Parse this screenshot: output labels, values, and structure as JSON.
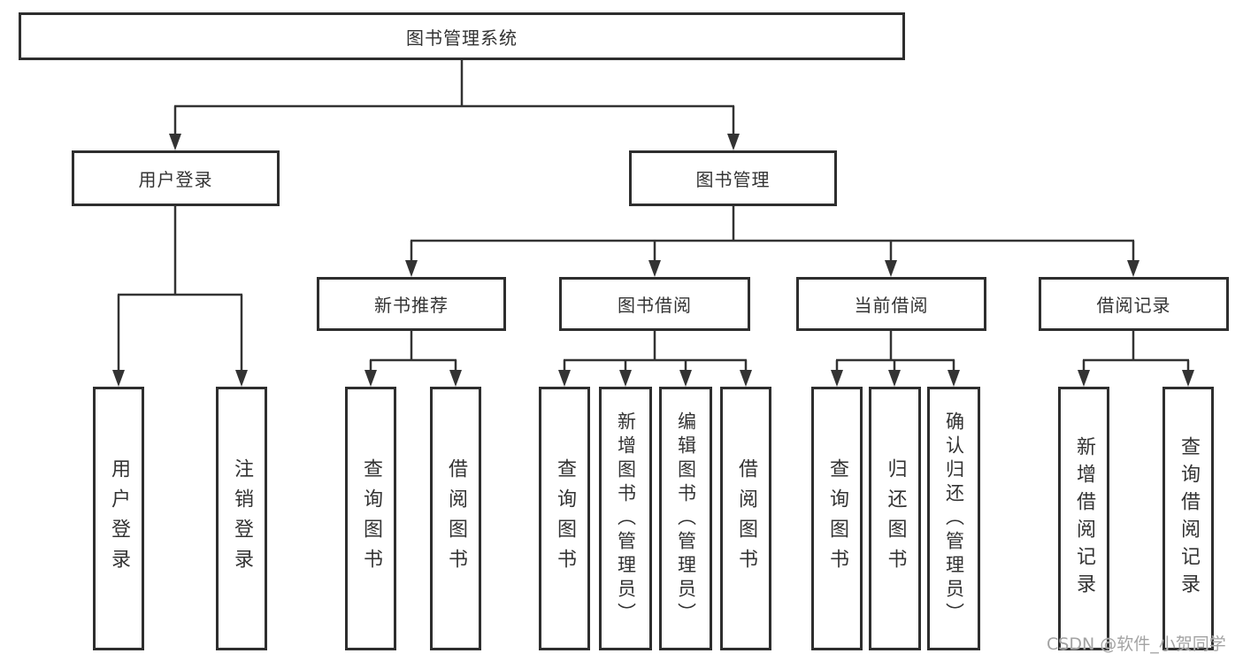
{
  "diagram_title": "图书管理系统",
  "nodes": {
    "root": {
      "label": "图书管理系统"
    },
    "user_login": {
      "label": "用户登录"
    },
    "book_mgmt": {
      "label": "图书管理"
    },
    "new_book_rec": {
      "label": "新书推荐"
    },
    "book_borrow": {
      "label": "图书借阅"
    },
    "current_borrow": {
      "label": "当前借阅"
    },
    "borrow_records": {
      "label": "借阅记录"
    },
    "leaf_user_login": {
      "label": "用户登录"
    },
    "leaf_logout": {
      "label": "注销登录"
    },
    "leaf_query_book_1": {
      "label": "查询图书"
    },
    "leaf_borrow_book_1": {
      "label": "借阅图书"
    },
    "leaf_query_book_2": {
      "label": "查询图书"
    },
    "leaf_add_book": {
      "label": "新增图书（管理员）"
    },
    "leaf_edit_book": {
      "label": "编辑图书（管理员）"
    },
    "leaf_borrow_book_2": {
      "label": "借阅图书"
    },
    "leaf_query_book_3": {
      "label": "查询图书"
    },
    "leaf_return_book": {
      "label": "归还图书"
    },
    "leaf_confirm_return": {
      "label": "确认归还（管理员）"
    },
    "leaf_add_record": {
      "label": "新增借阅记录"
    },
    "leaf_query_record": {
      "label": "查询借阅记录"
    }
  },
  "edges": [
    [
      "图书管理系统",
      "用户登录"
    ],
    [
      "图书管理系统",
      "图书管理"
    ],
    [
      "用户登录",
      "用户登录"
    ],
    [
      "用户登录",
      "注销登录"
    ],
    [
      "图书管理",
      "新书推荐"
    ],
    [
      "图书管理",
      "图书借阅"
    ],
    [
      "图书管理",
      "当前借阅"
    ],
    [
      "图书管理",
      "借阅记录"
    ],
    [
      "新书推荐",
      "查询图书"
    ],
    [
      "新书推荐",
      "借阅图书"
    ],
    [
      "图书借阅",
      "查询图书"
    ],
    [
      "图书借阅",
      "新增图书（管理员）"
    ],
    [
      "图书借阅",
      "编辑图书（管理员）"
    ],
    [
      "图书借阅",
      "借阅图书"
    ],
    [
      "当前借阅",
      "查询图书"
    ],
    [
      "当前借阅",
      "归还图书"
    ],
    [
      "当前借阅",
      "确认归还（管理员）"
    ],
    [
      "借阅记录",
      "新增借阅记录"
    ],
    [
      "借阅记录",
      "查询借阅记录"
    ]
  ],
  "watermark": {
    "text": "CSDN @软件_小贺同学"
  },
  "colors": {
    "line": "#333333",
    "box_border": "#2e2e2e",
    "text": "#333333",
    "watermark": "#a3a3a3",
    "background": "#ffffff"
  }
}
